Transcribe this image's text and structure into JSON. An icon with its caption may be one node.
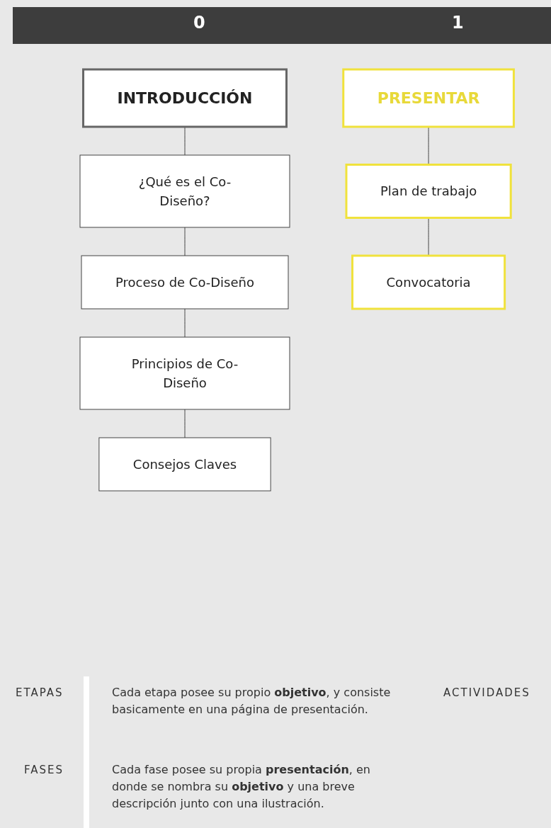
{
  "diagram": {
    "nodes": [
      {
        "text": [
          "INTRODUCCIÓN"
        ]
      },
      {
        "text": [
          "¿Qué es el Co-Diseño?"
        ]
      },
      {
        "text": [
          "Proceso de Co-Diseño"
        ]
      },
      {
        "text": [
          "Principios de Co-Diseño"
        ]
      },
      {
        "text": [
          "Consejos Claves"
        ]
      },
      {
        "text": [
          "PRESENTAR"
        ]
      },
      {
        "text": [
          "Plan de trabajo"
        ]
      },
      {
        "text": [
          "Convocatoria"
        ]
      }
    ],
    "edges": [
      {
        "from": 0,
        "to": 1,
        "arrow": "none"
      },
      {
        "from": 1,
        "to": 2,
        "arrow": "none"
      },
      {
        "from": 2,
        "to": 3,
        "arrow": "none"
      },
      {
        "from": 3,
        "to": 4,
        "arrow": "none"
      },
      {
        "from": 5,
        "to": 6,
        "arrow": "none"
      },
      {
        "from": 6,
        "to": 7,
        "arrow": "none"
      }
    ],
    "labels": [
      "0",
      "1",
      "ETAPAS",
      "Cada etapa posee su propio **objetivo**, y consiste basicamente en una página de presentación.",
      "ACTIVIDADES",
      "FASES",
      "Cada fase posee su propia **presentación**, en donde se nombra su **objetivo** y una breve descripción junto con una ilustración."
    ]
  }
}
